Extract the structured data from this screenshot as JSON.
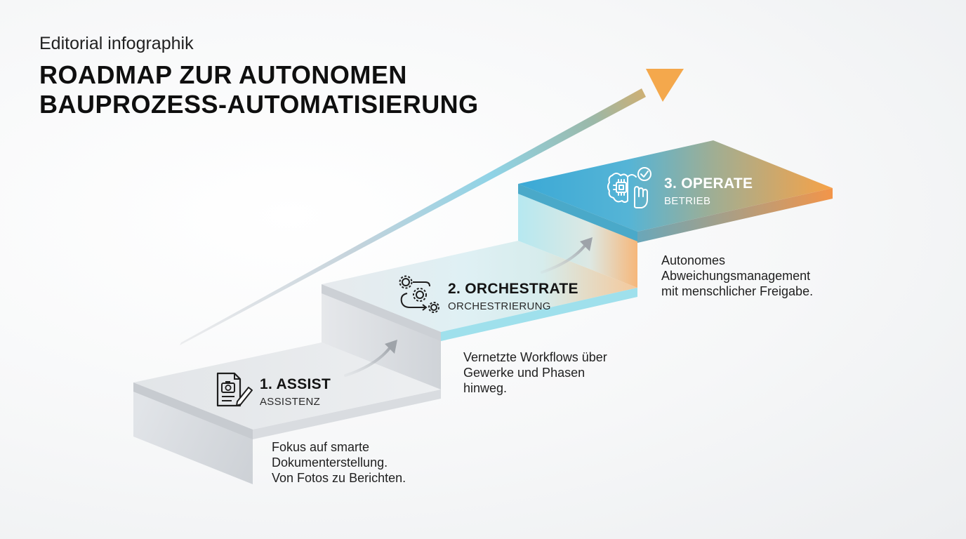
{
  "header": {
    "kicker": "Editorial infographik",
    "title_line1": "ROADMAP ZUR AUTONOMEN",
    "title_line2": "BAUPROZESS-AUTOMATISIERUNG"
  },
  "steps": [
    {
      "number_label": "1. ASSIST",
      "sub_label": "ASSISTENZ",
      "icon": "document-camera-pencil-icon",
      "description": [
        "Fokus auf smarte",
        "Dokumenterstellung.",
        "Von Fotos zu Berichten."
      ]
    },
    {
      "number_label": "2. ORCHESTRATE",
      "sub_label": "ORCHESTRIERUNG",
      "icon": "workflow-gears-icon",
      "description": [
        "Vernetzte Workflows über",
        "Gewerke und Phasen",
        "hinweg."
      ]
    },
    {
      "number_label": "3. OPERATE",
      "sub_label": "BETRIEB",
      "icon": "brain-chip-hand-check-icon",
      "description": [
        "Autonomes",
        "Abweichungsmanagement",
        "mit menschlicher Freigabe."
      ]
    }
  ],
  "colors": {
    "accent_blue": "#3aaed8",
    "accent_cyan": "#a9e6ef",
    "accent_orange": "#f5a54a",
    "step_grey": "#d9dde2"
  }
}
